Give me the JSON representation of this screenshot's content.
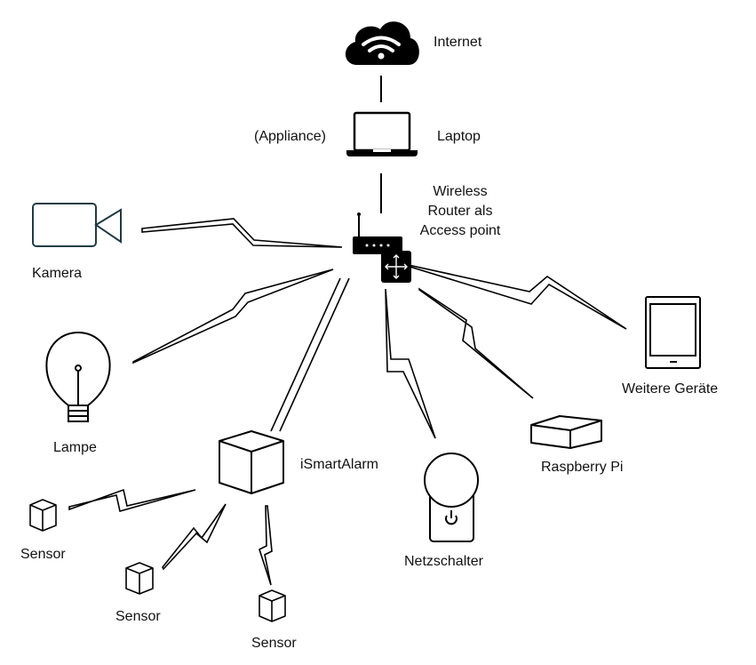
{
  "labels": {
    "internet": "Internet",
    "appliance": "(Appliance)",
    "laptop": "Laptop",
    "router_line1": "Wireless",
    "router_line2": "Router als",
    "router_line3": "Access point",
    "kamera": "Kamera",
    "lampe": "Lampe",
    "ismartalarm": "iSmartAlarm",
    "netzschalter": "Netzschalter",
    "raspberry": "Raspberry Pi",
    "weitere": "Weitere Geräte",
    "sensor1": "Sensor",
    "sensor2": "Sensor",
    "sensor3": "Sensor"
  },
  "icons": {
    "cloud": "cloud-wifi-icon",
    "laptop": "laptop-icon",
    "router": "router-icon",
    "switch": "network-switch-icon",
    "camera": "video-camera-icon",
    "lamp": "light-bulb-icon",
    "alarm": "cube-icon",
    "plug": "smart-plug-icon",
    "raspberry": "box-icon",
    "tablet": "tablet-icon",
    "sensor": "small-cube-icon"
  },
  "colors": {
    "camera_stroke": "#1f3b44",
    "line": "#000000"
  }
}
